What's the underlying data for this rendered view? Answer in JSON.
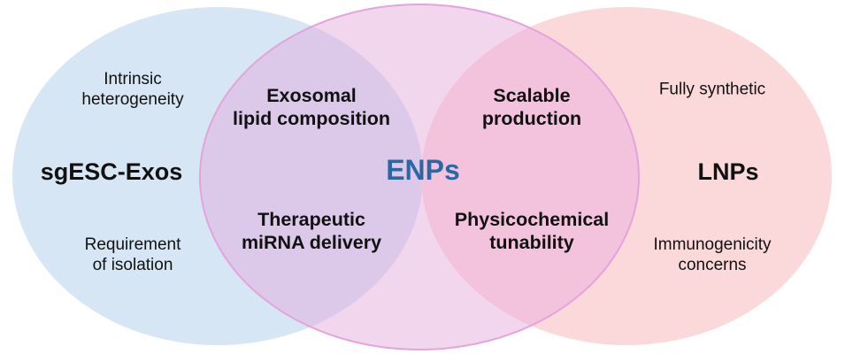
{
  "diagram": {
    "type": "venn",
    "sets": [
      {
        "id": "left",
        "label": "sgESC-Exos",
        "color": "#d7e6f4",
        "notes": [
          "Intrinsic heterogeneity",
          "Requirement of isolation"
        ]
      },
      {
        "id": "center",
        "label": "ENPs",
        "color": "#f2d6ee",
        "label_color": "#2a67a3",
        "border_color": "#e3a3dc"
      },
      {
        "id": "right",
        "label": "LNPs",
        "color": "#fbd9da",
        "notes": [
          "Fully synthetic",
          "Immunogenicity concerns"
        ]
      }
    ],
    "overlaps": {
      "left_center": {
        "color": "#dcc9ea",
        "items": [
          "Exosomal lipid composition",
          "Therapeutic miRNA delivery"
        ]
      },
      "center_right": {
        "color": "#f3c3dd",
        "items": [
          "Scalable production",
          "Physicochemical tunability"
        ]
      }
    }
  },
  "labels": {
    "left_title": "sgESC-Exos",
    "left_top_l1": "Intrinsic",
    "left_top_l2": "heterogeneity",
    "left_bottom_l1": "Requirement",
    "left_bottom_l2": "of isolation",
    "center_title": "ENPs",
    "lc_top_l1": "Exosomal",
    "lc_top_l2": "lipid composition",
    "lc_bottom_l1": "Therapeutic",
    "lc_bottom_l2": "miRNA delivery",
    "cr_top_l1": "Scalable",
    "cr_top_l2": "production",
    "cr_bottom_l1": "Physicochemical",
    "cr_bottom_l2": "tunability",
    "right_title": "LNPs",
    "right_top": "Fully synthetic",
    "right_bottom_l1": "Immunogenicity",
    "right_bottom_l2": "concerns"
  }
}
